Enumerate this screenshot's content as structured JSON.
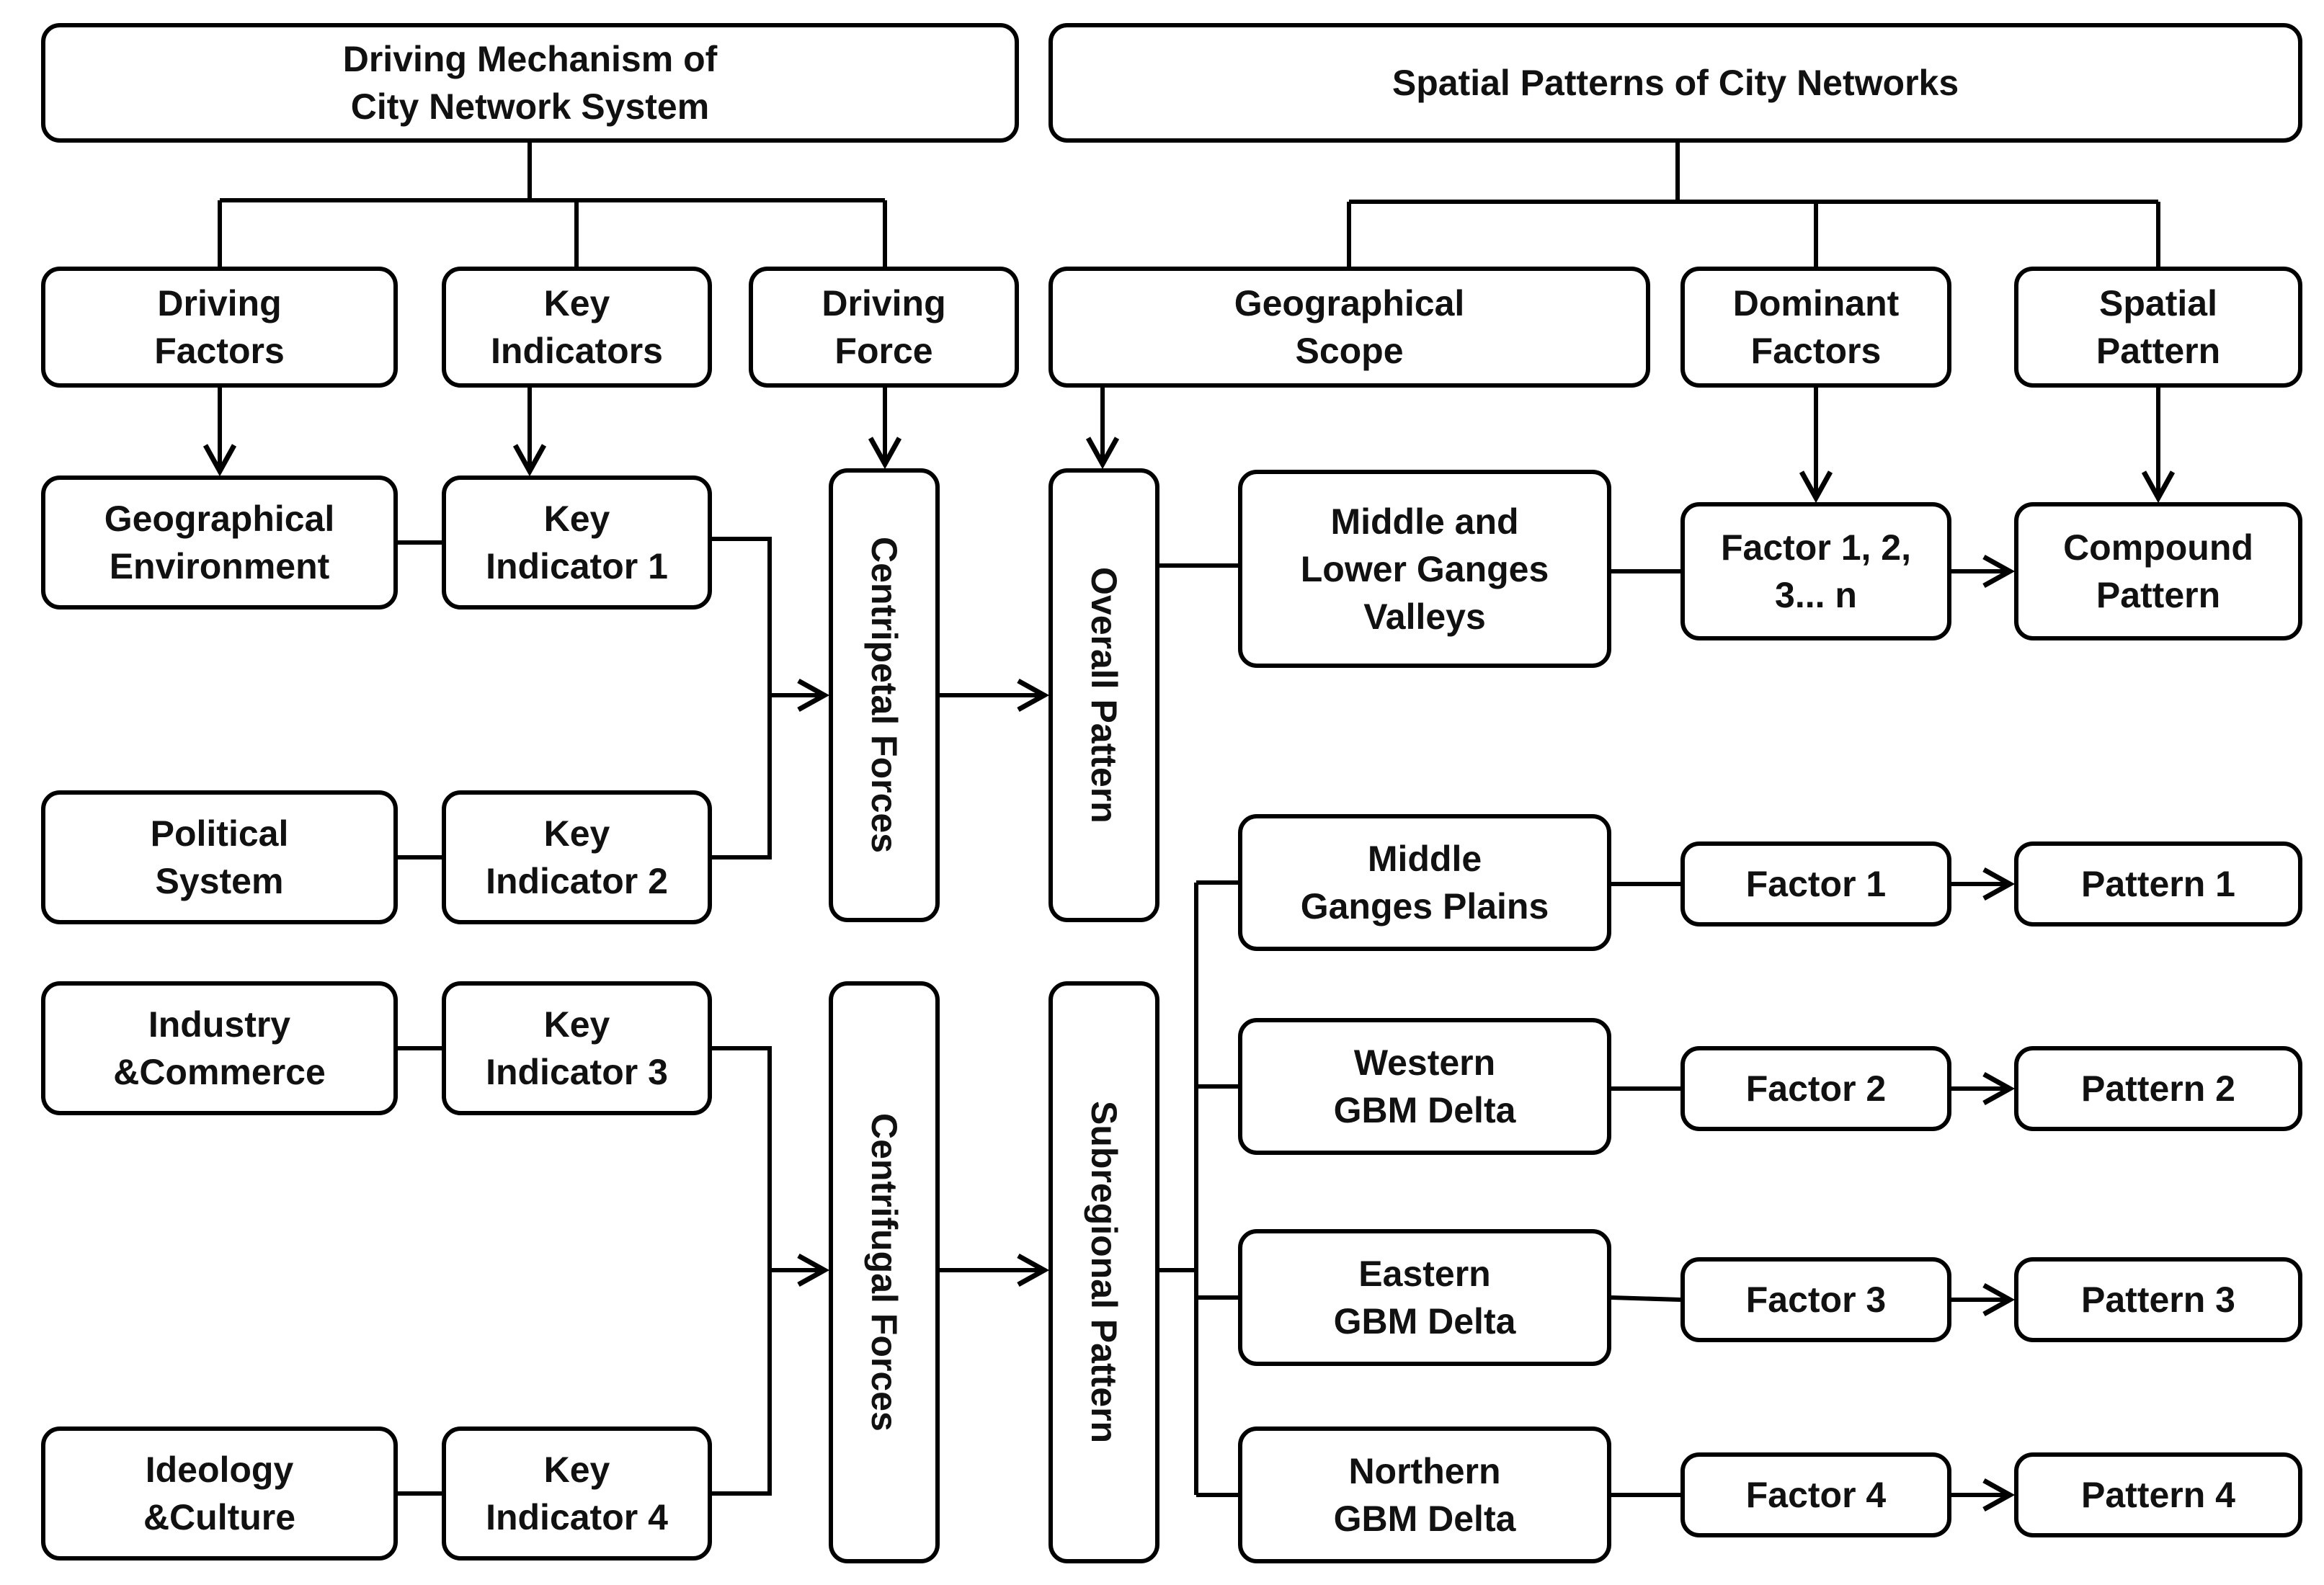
{
  "headers": {
    "driving_mechanism": "Driving Mechanism of\nCity Network System",
    "spatial_patterns": "Spatial Patterns of City Networks"
  },
  "categories": {
    "driving_factors": "Driving\nFactors",
    "key_indicators": "Key\nIndicators",
    "driving_force": "Driving\nForce",
    "geographical_scope": "Geographical\nScope",
    "dominant_factors": "Dominant\nFactors",
    "spatial_pattern": "Spatial\nPattern"
  },
  "factors": [
    "Geographical\nEnvironment",
    "Political\nSystem",
    "Industry\n&Commerce",
    "Ideology\n&Culture"
  ],
  "indicators": [
    "Key\nIndicator 1",
    "Key\nIndicator 2",
    "Key\nIndicator 3",
    "Key\nIndicator 4"
  ],
  "forces": {
    "centripetal": "Centripetal Forces",
    "centrifugal": "Centrifugal Forces"
  },
  "patterns": {
    "overall": "Overall Pattern",
    "subregional": "Subregional Pattern"
  },
  "regions": [
    "Middle and\nLower Ganges\nValleys",
    "Middle\nGanges Plains",
    "Western\nGBM Delta",
    "Eastern\nGBM Delta",
    "Northern\nGBM Delta"
  ],
  "dominant_factor_items": [
    "Factor 1, 2,\n3... n",
    "Factor 1",
    "Factor 2",
    "Factor 3",
    "Factor 4"
  ],
  "spatial_pattern_items": [
    "Compound\nPattern",
    "Pattern 1",
    "Pattern 2",
    "Pattern 3",
    "Pattern 4"
  ]
}
